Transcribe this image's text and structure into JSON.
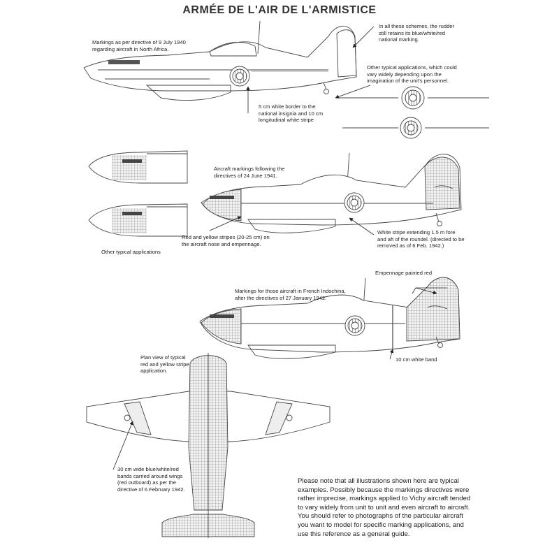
{
  "title": "ARMÉE DE L'AIR DE L'ARMISTICE",
  "notes": {
    "rudder": "In all these schemes, the rudder\nstill retains its blue/white/red\nnational marking.",
    "july1940": "Markings as per directive of 9 July 1940\nregarding aircraft in North Africa.",
    "other_roundel": "Other typical applications, which could\nvary widely depending upon the\nimagination of the unit's personnel.",
    "border": "5 cm white border to the\nnational insignia and 10 cm\nlongitudinal white stripe",
    "june1941": "Aircraft markings following the\ndirectives of 24 June 1941.",
    "red_yellow": "Red and yellow stripes (20-25 cm) on\nthe aircraft nose and empennage.",
    "white_stripe": "White stripe extending 1.5 m fore\nand aft of the roundel. (directed to be\nremoved as of 6 Feb. 1942.)",
    "other_apps": "Other typical applications",
    "empennage": "Empennage painted red",
    "indochina": "Markings for those aircraft in French Indochina,\nafter the directives of 27 January 1942.",
    "white_band": "10 cm white band",
    "plan_view": "Plan view of typical\nred and yellow stripe\napplication.",
    "wing_bands": "30 cm wide blue/white/red\nbands carried around wings\n(red outboard) as per the\ndirective of 6 February 1942."
  },
  "closing_note": "Please note that all illustrations shown here are typical examples. Possibly because the markings directives were rather imprecise, markings applied to Vichy aircraft tended to vary widely from unit to unit and even aircraft to aircraft. You should refer to photographs of the particular aircraft you want to model for specific marking applications, and use this reference as a general guide."
}
